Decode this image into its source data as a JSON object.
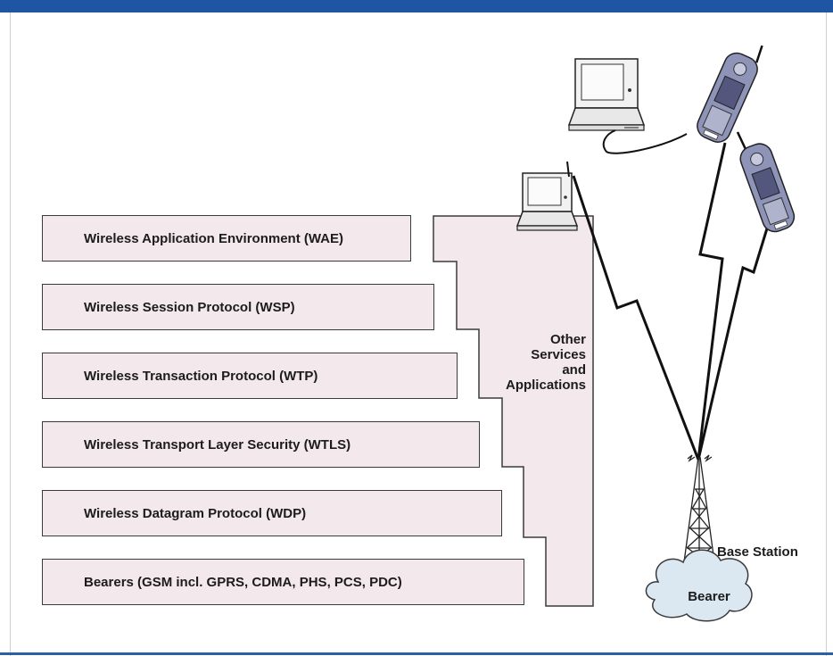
{
  "layers": [
    {
      "label": "Wireless Application Environment (WAE)"
    },
    {
      "label": "Wireless Session Protocol (WSP)"
    },
    {
      "label": "Wireless Transaction Protocol (WTP)"
    },
    {
      "label": "Wireless Transport Layer Security (WTLS)"
    },
    {
      "label": "Wireless Datagram Protocol (WDP)"
    },
    {
      "label": "Bearers (GSM incl. GPRS, CDMA, PHS, PCS, PDC)"
    }
  ],
  "other_services": {
    "line1": "Other",
    "line2": "Services",
    "line3": "and",
    "line4": "Applications"
  },
  "base_station_label": "Base Station",
  "bearer_label": "Bearer",
  "colors": {
    "layer_fill": "#f3e8ec",
    "outline": "#3a3a3a",
    "top_bar": "#1f55a3",
    "phone_body": "#8e93b8",
    "cloud_fill": "#dbe8f1"
  }
}
